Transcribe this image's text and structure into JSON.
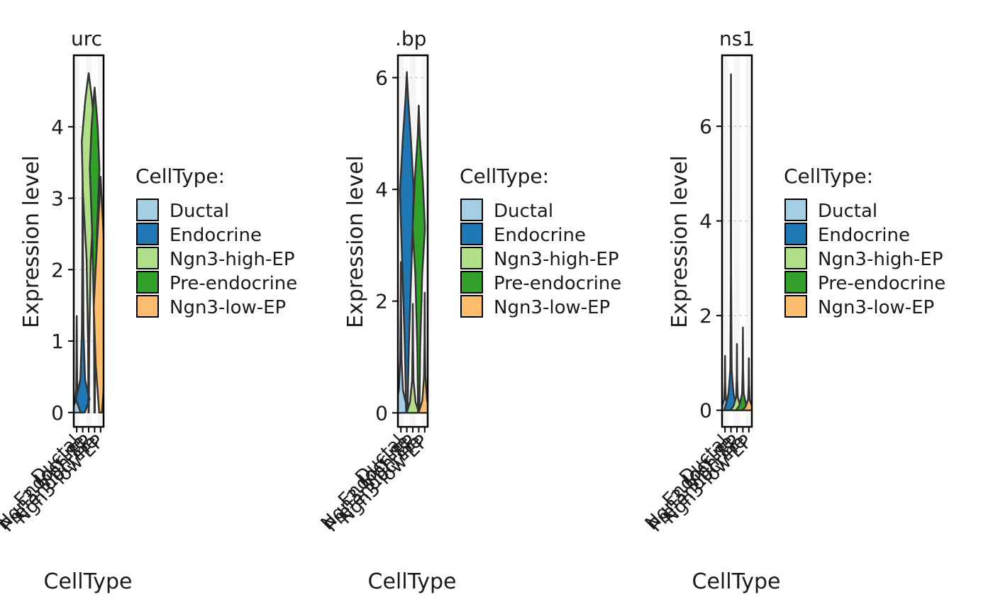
{
  "colors": {
    "Ductal": "#A6CEE3",
    "Endocrine": "#1F78B4",
    "Ngn3-high-EP": "#B2DF8A",
    "Pre-endocrine": "#33A02C",
    "Ngn3-low-EP": "#FDBF6F",
    "outline": "#333333",
    "panel_band": "#EEEEEE",
    "grid": "#C8C8C8"
  },
  "chart_data": [
    {
      "type": "violin",
      "title": "urc",
      "xlabel": "CellType",
      "ylabel": "Expression level",
      "categories": [
        "Ductal",
        "Endocrine",
        "Ngn3-high-EP",
        "Pre-endocrine",
        "Ngn3-low-EP"
      ],
      "ylim": [
        -0.2,
        5.0
      ],
      "yticks": [
        0,
        1,
        2,
        3,
        4
      ],
      "max_values": [
        1.35,
        3.75,
        4.75,
        4.55,
        3.3
      ],
      "grid": true,
      "legend": {
        "position": "right",
        "title": "CellType:",
        "entries": [
          "Ductal",
          "Endocrine",
          "Ngn3-high-EP",
          "Pre-endocrine",
          "Ngn3-low-EP"
        ]
      }
    },
    {
      "type": "violin",
      "title": ".bp",
      "xlabel": "CellType",
      "ylabel": "Expression level",
      "categories": [
        "Ductal",
        "Endocrine",
        "Ngn3-high-EP",
        "Pre-endocrine",
        "Ngn3-low-EP"
      ],
      "ylim": [
        -0.25,
        6.4
      ],
      "yticks": [
        0,
        2,
        4,
        6
      ],
      "max_values": [
        2.7,
        6.1,
        1.95,
        5.5,
        2.15
      ],
      "grid": true,
      "legend": {
        "position": "right",
        "title": "CellType:",
        "entries": [
          "Ductal",
          "Endocrine",
          "Ngn3-high-EP",
          "Pre-endocrine",
          "Ngn3-low-EP"
        ]
      }
    },
    {
      "type": "violin",
      "title": "ns1",
      "xlabel": "CellType",
      "ylabel": "Expression level",
      "categories": [
        "Ductal",
        "Endocrine",
        "Ngn3-high-EP",
        "Pre-endocrine",
        "Ngn3-low-EP"
      ],
      "ylim": [
        -0.35,
        7.5
      ],
      "yticks": [
        0,
        2,
        4,
        6
      ],
      "max_values": [
        1.15,
        7.1,
        1.4,
        1.75,
        1.1
      ],
      "grid": true,
      "legend": {
        "position": "right",
        "title": "CellType:",
        "entries": [
          "Ductal",
          "Endocrine",
          "Ngn3-high-EP",
          "Pre-endocrine",
          "Ngn3-low-EP"
        ]
      }
    }
  ]
}
